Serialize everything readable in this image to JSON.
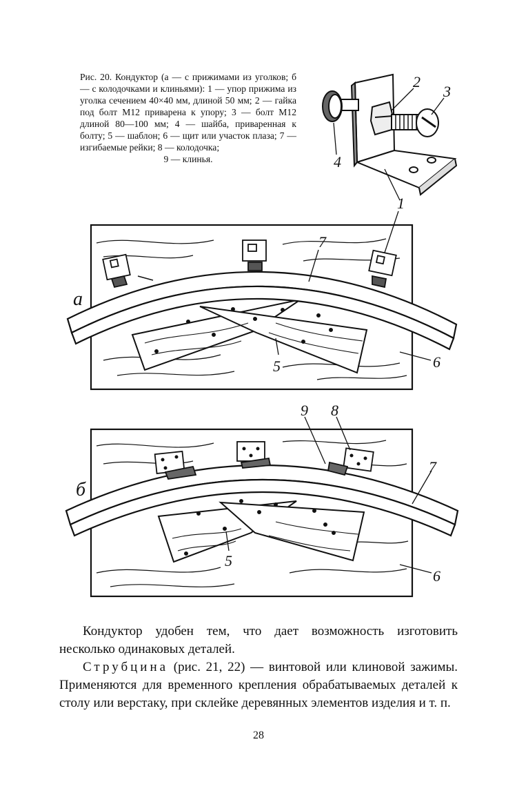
{
  "caption": {
    "text": "Рис. 20. Кондуктор (а — с прижимами из уголков; б — с колодочками и клиньями): 1 — упор прижима из уголка сечением 40×40 мм, длиной 50 мм; 2 — гайка под болт М12 приварена к упору; 3 — болт М12 длиной 80—100 мм; 4 — шайба, приваренная к болту; 5 — шаблон; 6 — щит или участок плаза; 7 — изгибаемые рейки; 8 — колодочка;",
    "last_line": "9 — клинья."
  },
  "labels": {
    "detail": [
      "1",
      "2",
      "3",
      "4"
    ],
    "fig_a": {
      "letter": "а",
      "n7": "7",
      "n5": "5",
      "n6": "6"
    },
    "fig_b": {
      "letter": "б",
      "n9": "9",
      "n8": "8",
      "n7": "7",
      "n5": "5",
      "n6": "6"
    }
  },
  "body": {
    "p1": "Кондуктор удобен тем, что дает возможность изготовить несколько одинаковых деталей.",
    "p2_term": "Струбцина",
    "p2_rest": " (рис. 21, 22) — винтовой или клиновой зажимы. Применяются для временного крепления обрабатываемых деталей к столу или верстаку, при склейке деревянных элементов изделия и т. п."
  },
  "page_number": "28"
}
